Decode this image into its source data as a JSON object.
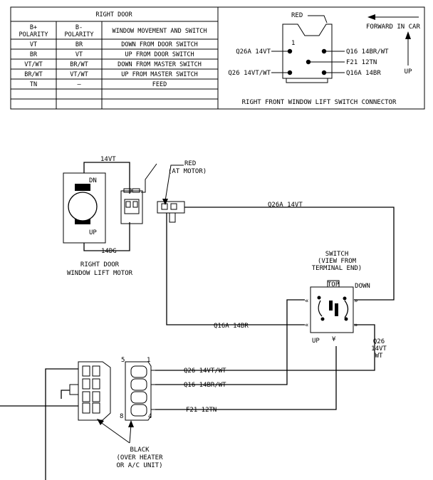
{
  "table": {
    "title": "RIGHT DOOR",
    "headers": [
      {
        "line1": "B+",
        "line2": "POLARITY"
      },
      {
        "line1": "B-",
        "line2": "POLARITY"
      },
      {
        "line1": "WINDOW MOVEMENT AND SWITCH",
        "line2": ""
      }
    ],
    "rows": [
      [
        "VT",
        "BR",
        "DOWN FROM DOOR SWITCH"
      ],
      [
        "BR",
        "VT",
        "UP FROM DOOR SWITCH"
      ],
      [
        "VT/WT",
        "BR/WT",
        "DOWN FROM MASTER SWITCH"
      ],
      [
        "BR/WT",
        "VT/WT",
        "UP FROM MASTER SWITCH"
      ],
      [
        "TN",
        "—",
        "FEED"
      ],
      [
        "",
        "",
        ""
      ],
      [
        "",
        "",
        ""
      ]
    ]
  },
  "connector": {
    "red": "RED",
    "forward": "FORWARD IN CAR",
    "up": "UP",
    "pin1": "1",
    "left_top": "Q26A 14VT",
    "left_bottom": "Q26 14VT/WT",
    "right1": "Q16 14BR/WT",
    "right2": "F21 12TN",
    "right3": "Q16A 14BR",
    "caption": "RIGHT FRONT WINDOW LIFT SWITCH CONNECTOR"
  },
  "diagram": {
    "motor_wire_top": "14VT",
    "motor_wire_bottom": "14DG",
    "motor_dn": "DN",
    "motor_up": "UP",
    "motor_label1": "RIGHT DOOR",
    "motor_label2": "WINDOW LIFT MOTOR",
    "red_label1": "RED",
    "red_label2": "(AT MOTOR)",
    "wire_q26a": "Q26A 14VT",
    "wire_q16a": "Q16A 14BR",
    "switch_label1": "SWITCH",
    "switch_label2": "(VIEW FROM",
    "switch_label3": "TERMINAL END)",
    "switch_top": "TOP",
    "switch_down": "DOWN",
    "switch_up": "UP",
    "q26_side1": "Q26",
    "q26_side2": "14VT",
    "q26_side3": "WT",
    "wire_q26": "Q26 14VT/WT",
    "wire_q16": "Q16 14BR/WT",
    "wire_f21": "F21 12TN",
    "pin5": "5",
    "pin1": "1",
    "pin8": "8",
    "pin4": "4",
    "black1": "BLACK",
    "black2": "(OVER HEATER",
    "black3": "OR A/C UNIT)"
  }
}
